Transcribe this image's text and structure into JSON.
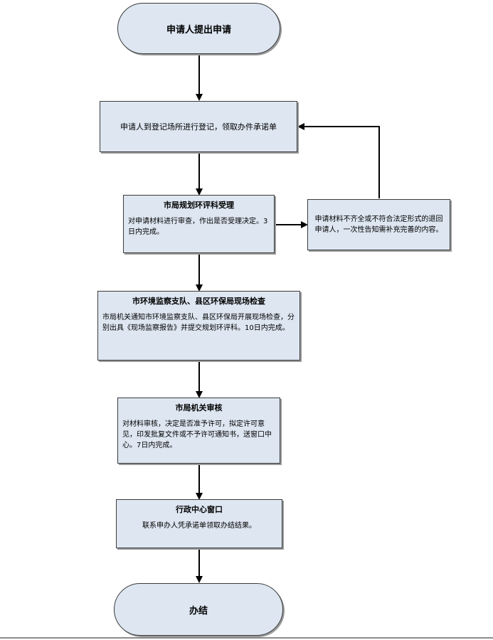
{
  "flowchart": {
    "start": "申请人提出申请",
    "register": "申请人到登记场所进行登记，领取办件承诺单",
    "accept": {
      "title": "市局规划环评科受理",
      "body": "对申请材料进行审查，作出是否受理决定。3日内完成。"
    },
    "reject_note": "申请材料不齐全或不符合法定形式的退回申请人，一次性告知需补充完善的内容。",
    "inspection": {
      "title": "市环境监察支队、县区环保局现场检查",
      "body": "市局机关通知市环境监察支队、县区环保局开展现场检查，分别出具《现场监察报告》并提交规划环评科。10日内完成。"
    },
    "review": {
      "title": "市局机关审核",
      "body": "对材料审核，决定是否准予许可，拟定许可意见，印发批复文件或不予许可通知书，送窗口中心。7日内完成。"
    },
    "window": {
      "title": "行政中心窗口",
      "body": "联系申办人凭承诺单领取办结结果。"
    },
    "end": "办结"
  },
  "colors": {
    "node_fill": "#dde6f1",
    "node_border": "#3b3b3b",
    "arrow": "#000000"
  }
}
